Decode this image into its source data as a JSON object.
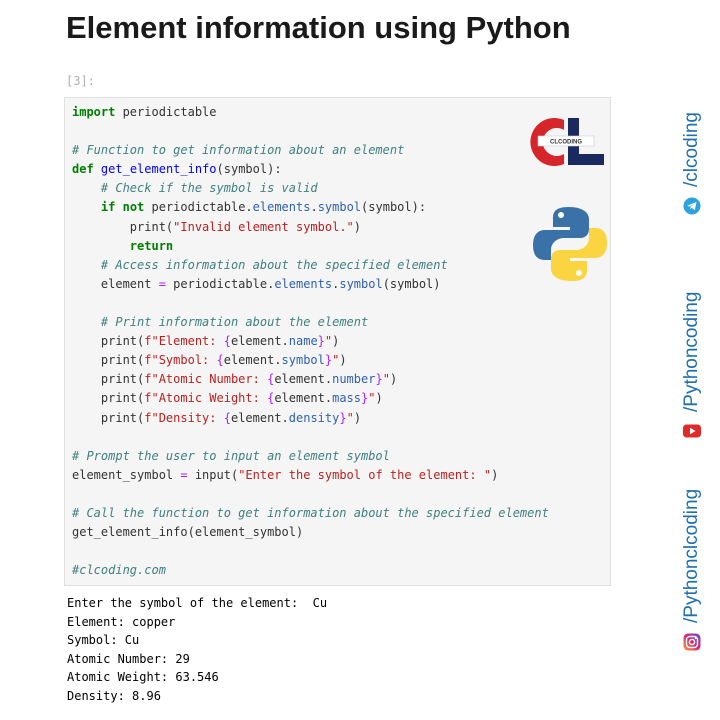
{
  "page": {
    "title": "Element information using Python",
    "cell_prompt": "[3]:",
    "code_lines": [
      [
        {
          "t": "import",
          "c": "kw"
        },
        {
          "t": " periodictable"
        }
      ],
      [],
      [
        {
          "t": "# Function to get information about an element",
          "c": "cm"
        }
      ],
      [
        {
          "t": "def",
          "c": "kw"
        },
        {
          "t": " "
        },
        {
          "t": "get_element_info",
          "c": "fn"
        },
        {
          "t": "(symbol):"
        }
      ],
      [
        {
          "t": "    "
        },
        {
          "t": "# Check if the symbol is valid",
          "c": "cm"
        }
      ],
      [
        {
          "t": "    "
        },
        {
          "t": "if",
          "c": "kw"
        },
        {
          "t": " "
        },
        {
          "t": "not",
          "c": "kw"
        },
        {
          "t": " periodictable."
        },
        {
          "t": "elements",
          "c": "attr"
        },
        {
          "t": "."
        },
        {
          "t": "symbol",
          "c": "attr"
        },
        {
          "t": "(symbol):"
        }
      ],
      [
        {
          "t": "        print("
        },
        {
          "t": "\"Invalid element symbol.\"",
          "c": "str"
        },
        {
          "t": ")"
        }
      ],
      [
        {
          "t": "        "
        },
        {
          "t": "return",
          "c": "kw"
        }
      ],
      [
        {
          "t": "    "
        },
        {
          "t": "# Access information about the specified element",
          "c": "cm"
        }
      ],
      [
        {
          "t": "    element "
        },
        {
          "t": "=",
          "c": "op"
        },
        {
          "t": " periodictable."
        },
        {
          "t": "elements",
          "c": "attr"
        },
        {
          "t": "."
        },
        {
          "t": "symbol",
          "c": "attr"
        },
        {
          "t": "(symbol)"
        }
      ],
      [],
      [
        {
          "t": "    "
        },
        {
          "t": "# Print information about the element",
          "c": "cm"
        }
      ],
      [
        {
          "t": "    print("
        },
        {
          "t": "f\"Element: ",
          "c": "str"
        },
        {
          "t": "{",
          "c": "op"
        },
        {
          "t": "element."
        },
        {
          "t": "name",
          "c": "attr"
        },
        {
          "t": "}",
          "c": "op"
        },
        {
          "t": "\"",
          "c": "str"
        },
        {
          "t": ")"
        }
      ],
      [
        {
          "t": "    print("
        },
        {
          "t": "f\"Symbol: ",
          "c": "str"
        },
        {
          "t": "{",
          "c": "op"
        },
        {
          "t": "element."
        },
        {
          "t": "symbol",
          "c": "attr"
        },
        {
          "t": "}",
          "c": "op"
        },
        {
          "t": "\"",
          "c": "str"
        },
        {
          "t": ")"
        }
      ],
      [
        {
          "t": "    print("
        },
        {
          "t": "f\"Atomic Number: ",
          "c": "str"
        },
        {
          "t": "{",
          "c": "op"
        },
        {
          "t": "element."
        },
        {
          "t": "number",
          "c": "attr"
        },
        {
          "t": "}",
          "c": "op"
        },
        {
          "t": "\"",
          "c": "str"
        },
        {
          "t": ")"
        }
      ],
      [
        {
          "t": "    print("
        },
        {
          "t": "f\"Atomic Weight: ",
          "c": "str"
        },
        {
          "t": "{",
          "c": "op"
        },
        {
          "t": "element."
        },
        {
          "t": "mass",
          "c": "attr"
        },
        {
          "t": "}",
          "c": "op"
        },
        {
          "t": "\"",
          "c": "str"
        },
        {
          "t": ")"
        }
      ],
      [
        {
          "t": "    print("
        },
        {
          "t": "f\"Density: ",
          "c": "str"
        },
        {
          "t": "{",
          "c": "op"
        },
        {
          "t": "element."
        },
        {
          "t": "density",
          "c": "attr"
        },
        {
          "t": "}",
          "c": "op"
        },
        {
          "t": "\"",
          "c": "str"
        },
        {
          "t": ")"
        }
      ],
      [],
      [
        {
          "t": "# Prompt the user to input an element symbol",
          "c": "cm"
        }
      ],
      [
        {
          "t": "element_symbol "
        },
        {
          "t": "=",
          "c": "op"
        },
        {
          "t": " input("
        },
        {
          "t": "\"Enter the symbol of the element: \"",
          "c": "str"
        },
        {
          "t": ")"
        }
      ],
      [],
      [
        {
          "t": "# Call the function to get information about the specified element",
          "c": "cm"
        }
      ],
      [
        {
          "t": "get_element_info(element_symbol)"
        }
      ],
      [],
      [
        {
          "t": "#clcoding.com",
          "c": "cm"
        }
      ]
    ],
    "output_lines": [
      "Enter the symbol of the element:  Cu",
      "Element: copper",
      "Symbol: Cu",
      "Atomic Number: 29",
      "Atomic Weight: 63.546",
      "Density: 8.96"
    ],
    "logo_cl": {
      "letters": "CL",
      "label": "CLCODING",
      "colors": {
        "c": "#d7262b",
        "l": "#1a2a5e"
      }
    },
    "python_logo": {
      "colors": {
        "blue": "#3a72a8",
        "yellow": "#fbd441"
      }
    },
    "social": {
      "telegram": {
        "handle": "/clcoding",
        "icon": "telegram-icon",
        "color": "#2aa3df"
      },
      "youtube": {
        "handle": "/Pythoncoding",
        "icon": "youtube-icon",
        "color": "#e02b2b"
      },
      "instagram": {
        "handle": "/Pythonclcoding",
        "icon": "instagram-icon",
        "color": "#d62976"
      }
    }
  }
}
